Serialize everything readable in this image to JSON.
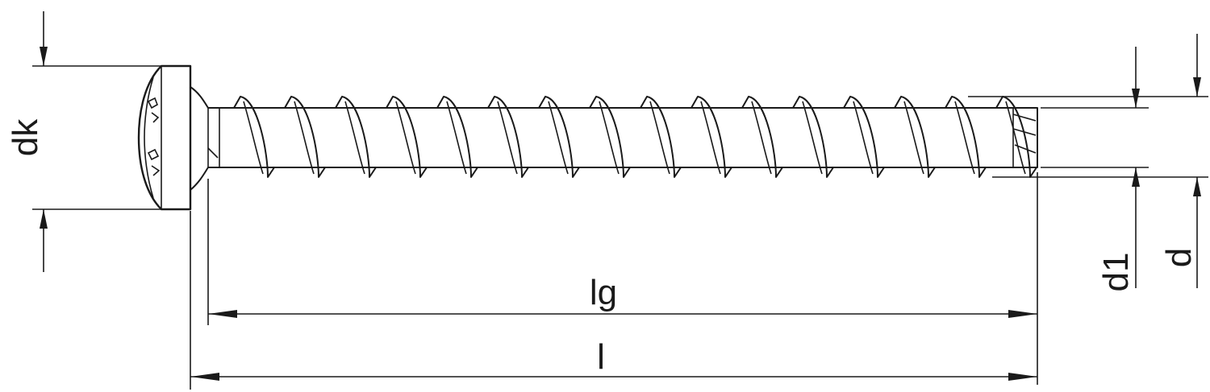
{
  "labels": {
    "head_diameter": "dk",
    "thread_length": "lg",
    "total_length": "l",
    "core_diameter": "d1",
    "thread_diameter": "d"
  },
  "colors": {
    "line": "#1a1a1a",
    "background": "#ffffff"
  },
  "screw": {
    "thread_turns": 16
  }
}
